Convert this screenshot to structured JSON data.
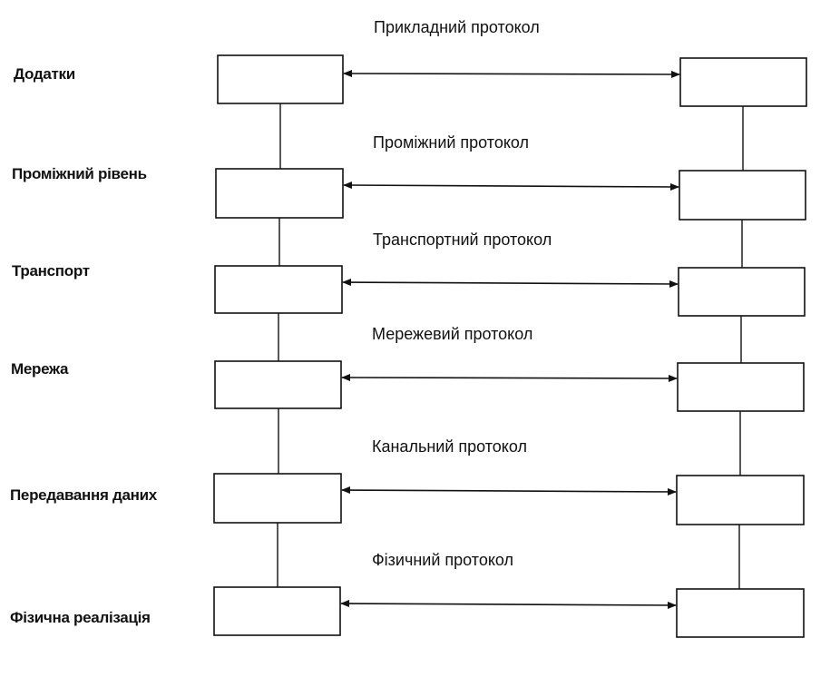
{
  "layers": [
    {
      "label": "Додатки",
      "protocol": "Прикладний протокол"
    },
    {
      "label": "Проміжний рівень",
      "protocol": "Проміжний протокол"
    },
    {
      "label": "Транспорт",
      "protocol": "Транспортний протокол"
    },
    {
      "label": "Мережа",
      "protocol": "Мережевий протокол"
    },
    {
      "label": "Передавання даних",
      "protocol": "Канальний протокол"
    },
    {
      "label": "Фізична реалізація",
      "protocol": "Фізичний протокол"
    }
  ]
}
